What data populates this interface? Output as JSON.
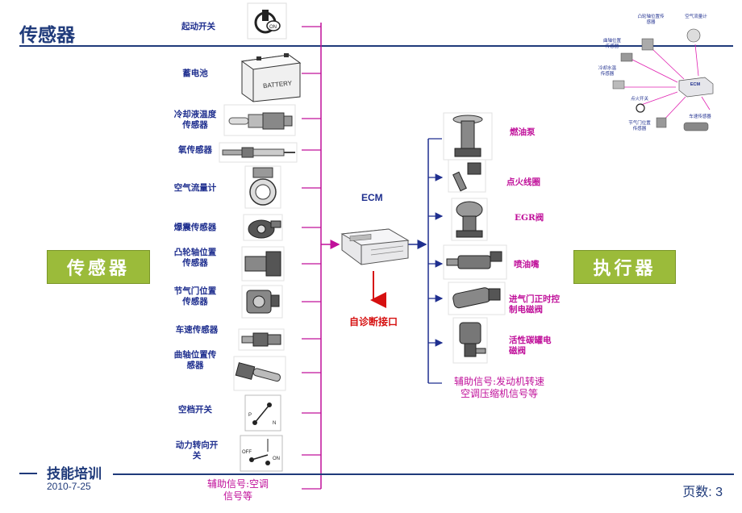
{
  "slide": {
    "title": "传感器",
    "footer_title": "技能培训",
    "footer_date": "2010-7-25",
    "page_label": "页数:",
    "page_number": "3"
  },
  "groups": {
    "sensors": "传感器",
    "actuators": "执行器"
  },
  "ecm": {
    "label": "ECM",
    "diag": "自诊断接口"
  },
  "sensors": [
    "起动开关",
    "蓄电池",
    "冷却液温度传感器",
    "氧传感器",
    "空气流量计",
    "爆震传感器",
    "凸轮轴位置传感器",
    "节气门位置传感器",
    "车速传感器",
    "曲轴位置传感器",
    "空档开关",
    "动力转向开关"
  ],
  "sensor_aux": "辅助信号:空调信号等",
  "actuators": [
    "燃油泵",
    "点火线圈",
    "EGR阀",
    "喷油嘴",
    "进气门正时控制电磁阀",
    "活性碳罐电磁阀"
  ],
  "actuator_aux": "辅助信号:发动机转速空调压缩机信号等",
  "inset": {
    "labels": [
      "凸轮轴位置传感器",
      "空气流量计",
      "曲轴位置传感器",
      "冷却水温传感器",
      "点火开关",
      "节气门位置传感器",
      "车速传感器"
    ],
    "ecm": "ECM"
  },
  "icons": {
    "start_switch": "ignition-switch-icon",
    "battery_text": "BATTERY",
    "ecm_unit": "ecm-unit-icon"
  },
  "colors": {
    "trunk_sensor": "#c0109a",
    "trunk_actuator": "#1f2f8f",
    "group_box": "#9bbb3a",
    "diag_arrow": "#d61010",
    "title": "#1f3a7a"
  }
}
